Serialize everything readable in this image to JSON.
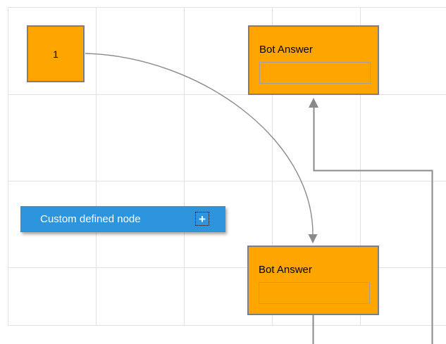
{
  "diagram": {
    "page": {
      "background": "#ffffff",
      "grid_color": "#e2e2e2",
      "grid_vertical_lines_x": [
        11,
        136,
        261,
        386,
        511
      ],
      "grid_horizontal_lines_y": [
        10,
        134,
        257,
        380,
        462
      ]
    },
    "connector_color": "#8a8a8a",
    "nodes": {
      "start": {
        "label": "1",
        "fill": "#ffa500",
        "border_color": "#7f7f7f"
      },
      "bot_answer_top": {
        "title": "Bot Answer",
        "input_value": "",
        "fill": "#ffa500",
        "border_color": "#7f7f7f"
      },
      "bot_answer_bottom": {
        "title": "Bot Answer",
        "input_value": "",
        "fill": "#ffa500",
        "border_color": "#7f7f7f"
      },
      "custom_defined": {
        "label": "Custom defined node",
        "fill": "#2d94de",
        "text_color": "#ffffff",
        "add_icon": "+"
      }
    },
    "connectors": [
      {
        "type": "bezier",
        "from": "start",
        "to": "bot_answer_bottom",
        "arrow": "down"
      },
      {
        "type": "orthogonal",
        "from": "bot_answer_bottom",
        "to": "bot_answer_top",
        "arrow": "up"
      }
    ]
  }
}
